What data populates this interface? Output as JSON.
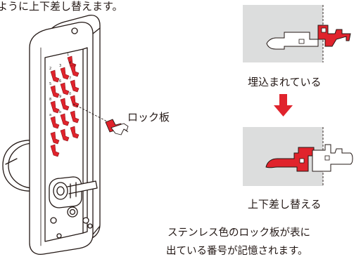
{
  "diagram": {
    "top_caption_fragment": "ように上下差し替えます。",
    "lock_plate_label": "ロック板",
    "embedded_label": "埋込まれている",
    "swapped_label": "上下差し替える",
    "note_line1": "ステンレス色のロック板が表に",
    "note_line2": "出ている番号が記憶されます。",
    "tab_numbers": [
      "1",
      "2",
      "3",
      "4",
      "5",
      "6",
      "7",
      "8",
      "9",
      "0",
      "a",
      "b"
    ],
    "colors": {
      "accent_red": "#e0232c",
      "panel_gray": "#dcdddd",
      "outline": "#231815"
    }
  }
}
